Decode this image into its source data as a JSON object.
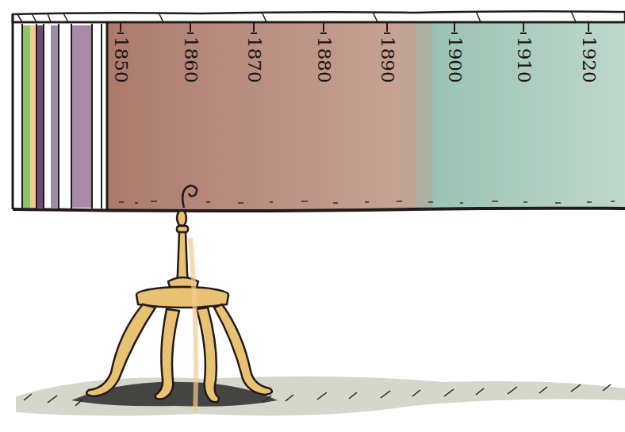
{
  "diagram": {
    "labels": [
      "1850",
      "1860",
      "1870",
      "1880",
      "1890",
      "1900",
      "1910",
      "1920"
    ]
  }
}
